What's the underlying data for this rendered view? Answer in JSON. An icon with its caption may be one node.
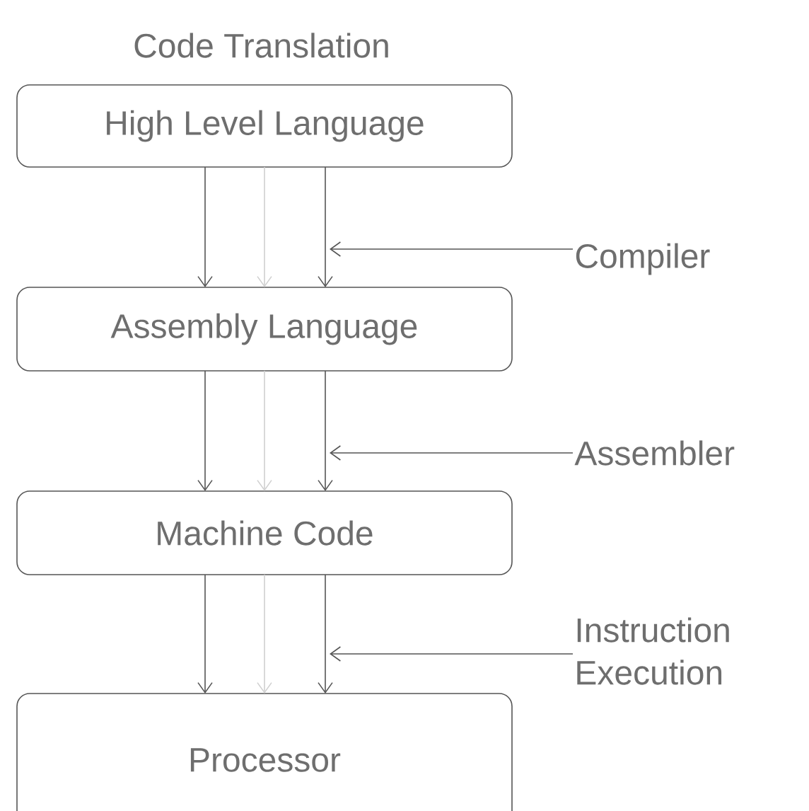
{
  "diagram": {
    "title": "Code Translation",
    "nodes": [
      {
        "text": [
          "High Level Language"
        ]
      },
      {
        "text": [
          "Assembly Language"
        ]
      },
      {
        "text": [
          "Machine Code"
        ]
      },
      {
        "text": [
          "Processor"
        ]
      },
      {
        "text": [
          "Compiler"
        ]
      },
      {
        "text": [
          "Assembler"
        ]
      },
      {
        "text": [
          "Instruction Execution"
        ]
      }
    ],
    "edges": [
      {
        "from": 0,
        "to": 1,
        "arrow": "to"
      },
      {
        "from": 0,
        "to": 1,
        "arrow": "to",
        "color": "#d0d0d0"
      },
      {
        "from": 0,
        "to": 1,
        "arrow": "to"
      },
      {
        "from": 1,
        "to": 2,
        "arrow": "to"
      },
      {
        "from": 1,
        "to": 2,
        "arrow": "to",
        "color": "#d0d0d0"
      },
      {
        "from": 1,
        "to": 2,
        "arrow": "to"
      },
      {
        "from": 2,
        "to": 3,
        "arrow": "to"
      },
      {
        "from": 2,
        "to": 3,
        "arrow": "to",
        "color": "#d0d0d0"
      },
      {
        "from": 2,
        "to": 3,
        "arrow": "to"
      },
      {
        "from": 4,
        "to": null,
        "arrow": "to"
      },
      {
        "from": 5,
        "to": null,
        "arrow": "to"
      },
      {
        "from": 6,
        "to": null,
        "arrow": "to"
      }
    ]
  }
}
